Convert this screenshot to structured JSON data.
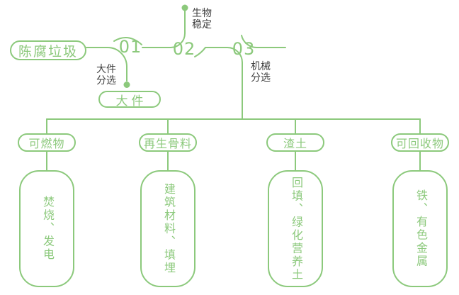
{
  "colors": {
    "line": "#8cc97c",
    "label": "#3f3f3f",
    "background": "#ffffff"
  },
  "flow": {
    "source": "陈腐垃圾",
    "steps": [
      {
        "num": "01",
        "note": "大件\n分选",
        "output": "大件"
      },
      {
        "num": "02",
        "note": "生物\n稳定"
      },
      {
        "num": "03",
        "note": "机械\n分选"
      }
    ],
    "branches": [
      {
        "category": "可燃物",
        "result": "焚烧、发电"
      },
      {
        "category": "再生骨料",
        "result": "建筑材料、填埋"
      },
      {
        "category": "渣土",
        "result": "回填、绿化营养土"
      },
      {
        "category": "可回收物",
        "result": "铁、有色金属"
      }
    ]
  }
}
